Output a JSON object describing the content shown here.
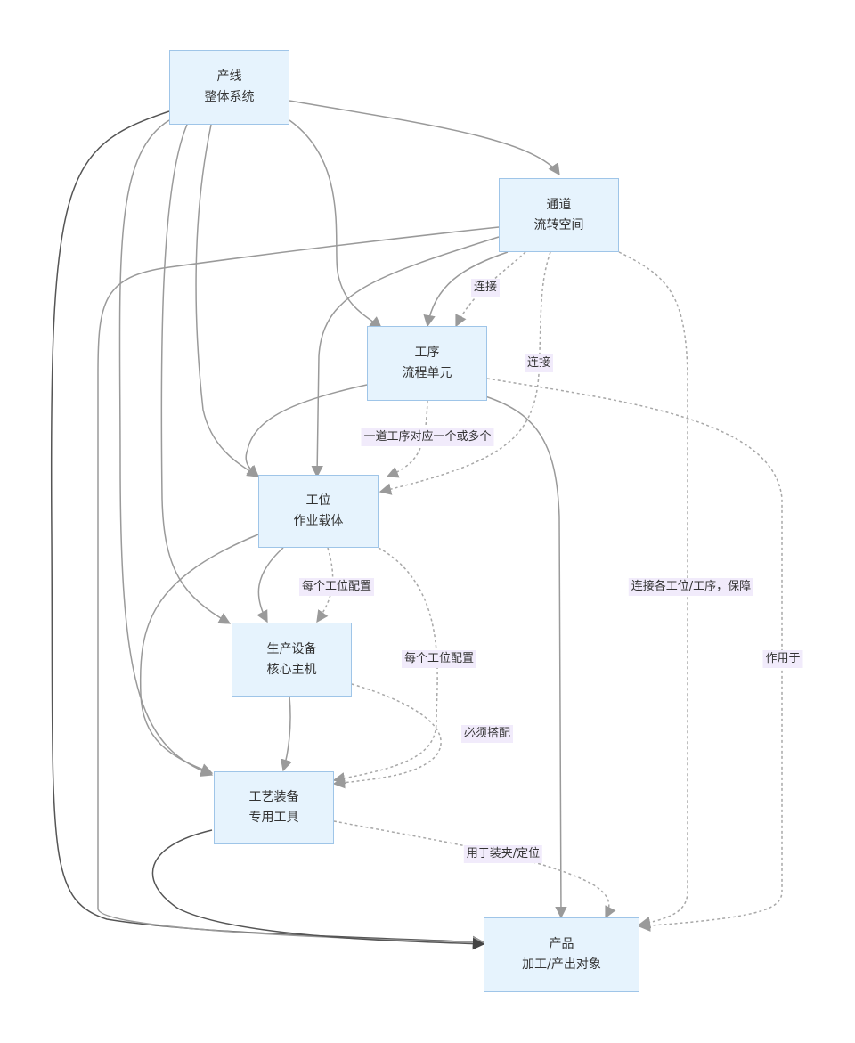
{
  "nodes": {
    "line": {
      "title": "产线",
      "subtitle": "整体系统"
    },
    "channel": {
      "title": "通道",
      "subtitle": "流转空间"
    },
    "process": {
      "title": "工序",
      "subtitle": "流程单元"
    },
    "station": {
      "title": "工位",
      "subtitle": "作业载体"
    },
    "equipment": {
      "title": "生产设备",
      "subtitle": "核心主机"
    },
    "tooling": {
      "title": "工艺装备",
      "subtitle": "专用工具"
    },
    "product": {
      "title": "产品",
      "subtitle": "加工/产出对象"
    }
  },
  "edge_labels": {
    "channel_process": "连接",
    "channel_station": "连接",
    "process_station": "一道工序对应一个或多个",
    "station_equip": "每个工位配置",
    "station_tooling": "每个工位配置",
    "equip_tooling": "必须搭配",
    "channel_product": "连接各工位/工序，保障",
    "process_product": "作用于",
    "tooling_product": "用于装夹/定位"
  },
  "colors": {
    "node_fill": "#e6f3fd",
    "node_border": "#9fc5e8",
    "label_fill": "#f1ebfb",
    "edge_solid": "#9a9a9a",
    "edge_dotted": "#a8a8a8"
  }
}
